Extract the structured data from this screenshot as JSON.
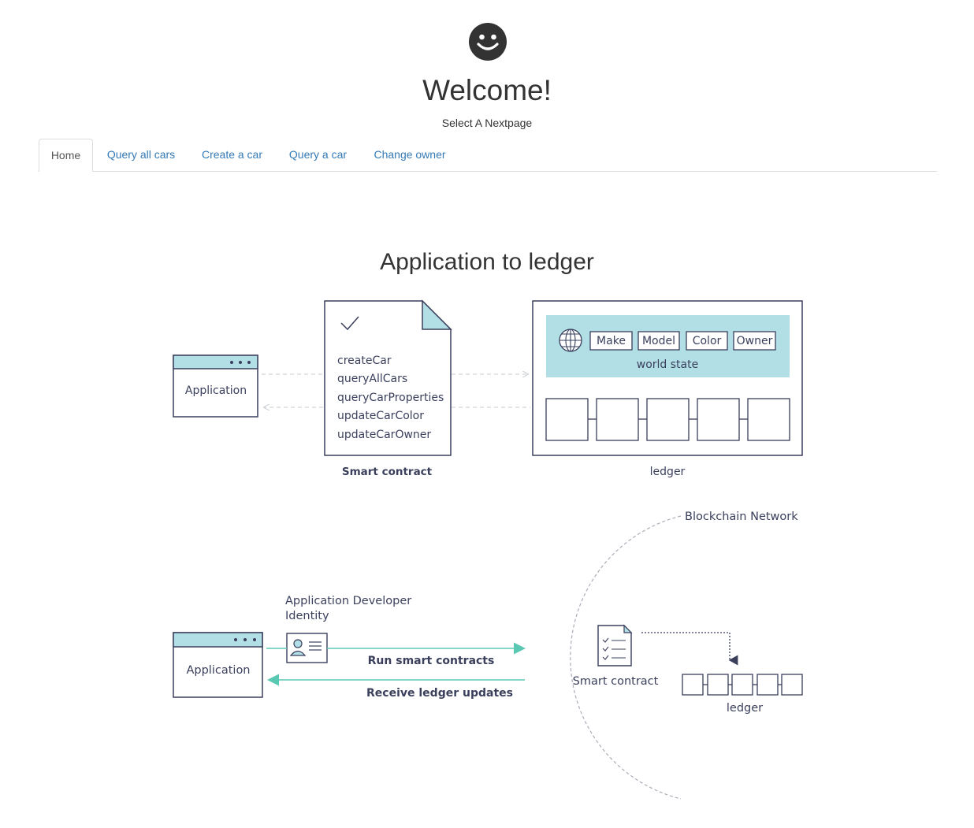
{
  "header": {
    "logo_icon": "smiley-face-icon",
    "title": "Welcome!",
    "subtitle": "Select A Nextpage"
  },
  "tabs": [
    {
      "label": "Home",
      "active": true
    },
    {
      "label": "Query all cars",
      "active": false
    },
    {
      "label": "Create a car",
      "active": false
    },
    {
      "label": "Query a car",
      "active": false
    },
    {
      "label": "Change owner",
      "active": false
    }
  ],
  "main": {
    "section_title": "Application to ledger"
  },
  "diagram1": {
    "application_label": "Application",
    "contract_functions": [
      "createCar",
      "queryAllCars",
      "queryCarProperties",
      "updateCarColor",
      "updateCarOwner"
    ],
    "contract_caption": "Smart contract",
    "world_state_fields": [
      "Make",
      "Model",
      "Color",
      "Owner"
    ],
    "world_state_label": "world state",
    "ledger_caption": "ledger"
  },
  "diagram2": {
    "network_label": "Blockchain Network",
    "identity_label_line1": "Application Developer",
    "identity_label_line2": "Identity",
    "application_label": "Application",
    "run_label": "Run smart contracts",
    "receive_label": "Receive ledger updates",
    "contract_label": "Smart contract",
    "ledger_label": "ledger"
  },
  "colors": {
    "link": "#337ab7",
    "teal": "#5bc8b3",
    "light_blue": "#b2dfe6",
    "diagram_ink": "#3a3f5c"
  }
}
